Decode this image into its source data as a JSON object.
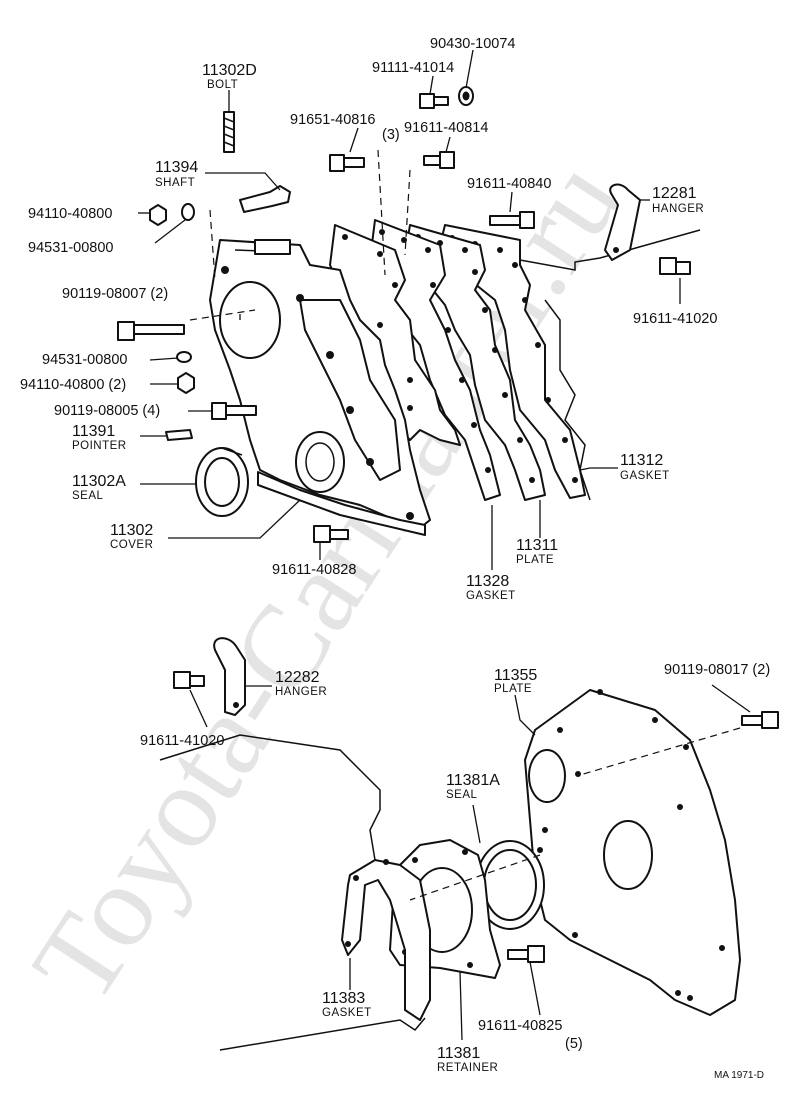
{
  "watermark": "Toyota-Carmaster.ru",
  "diagram_code": "MA 1971-D",
  "labels": {
    "p11302D": {
      "no": "11302D",
      "name": "BOLT"
    },
    "p90430": {
      "no": "90430-10074"
    },
    "p91111": {
      "no": "91111-41014"
    },
    "p91651": {
      "no": "91651-40816"
    },
    "p91651_qty": {
      "no": "(3)"
    },
    "p91611_40814": {
      "no": "91611-40814"
    },
    "p11394": {
      "no": "11394",
      "name": "SHAFT"
    },
    "p91611_40840": {
      "no": "91611-40840"
    },
    "p12281": {
      "no": "12281",
      "name": "HANGER"
    },
    "p94110_top": {
      "no": "94110-40800"
    },
    "p94531_top": {
      "no": "94531-00800"
    },
    "p91611_41020_top": {
      "no": "91611-41020"
    },
    "p90119_08007": {
      "no": "90119-08007 (2)"
    },
    "p94531_mid": {
      "no": "94531-00800"
    },
    "p94110_mid": {
      "no": "94110-40800 (2)"
    },
    "p90119_08005": {
      "no": "90119-08005 (4)"
    },
    "p11391": {
      "no": "11391",
      "name": "POINTER"
    },
    "p11312": {
      "no": "11312",
      "name": "GASKET"
    },
    "p11302A": {
      "no": "11302A",
      "name": "SEAL"
    },
    "p11302": {
      "no": "11302",
      "name": "COVER"
    },
    "p11311": {
      "no": "11311",
      "name": "PLATE"
    },
    "p91611_40828": {
      "no": "91611-40828"
    },
    "p11328": {
      "no": "11328",
      "name": "GASKET"
    },
    "p12282": {
      "no": "12282",
      "name": "HANGER"
    },
    "p11355": {
      "no": "11355",
      "name": "PLATE"
    },
    "p90119_08017": {
      "no": "90119-08017 (2)"
    },
    "p91611_41020_bot": {
      "no": "91611-41020"
    },
    "p11381A": {
      "no": "11381A",
      "name": "SEAL"
    },
    "p11383": {
      "no": "11383",
      "name": "GASKET"
    },
    "p91611_40825": {
      "no": "91611-40825"
    },
    "p91611_40825_qty": {
      "no": "(5)"
    },
    "p11381": {
      "no": "11381",
      "name": "RETAINER"
    }
  }
}
